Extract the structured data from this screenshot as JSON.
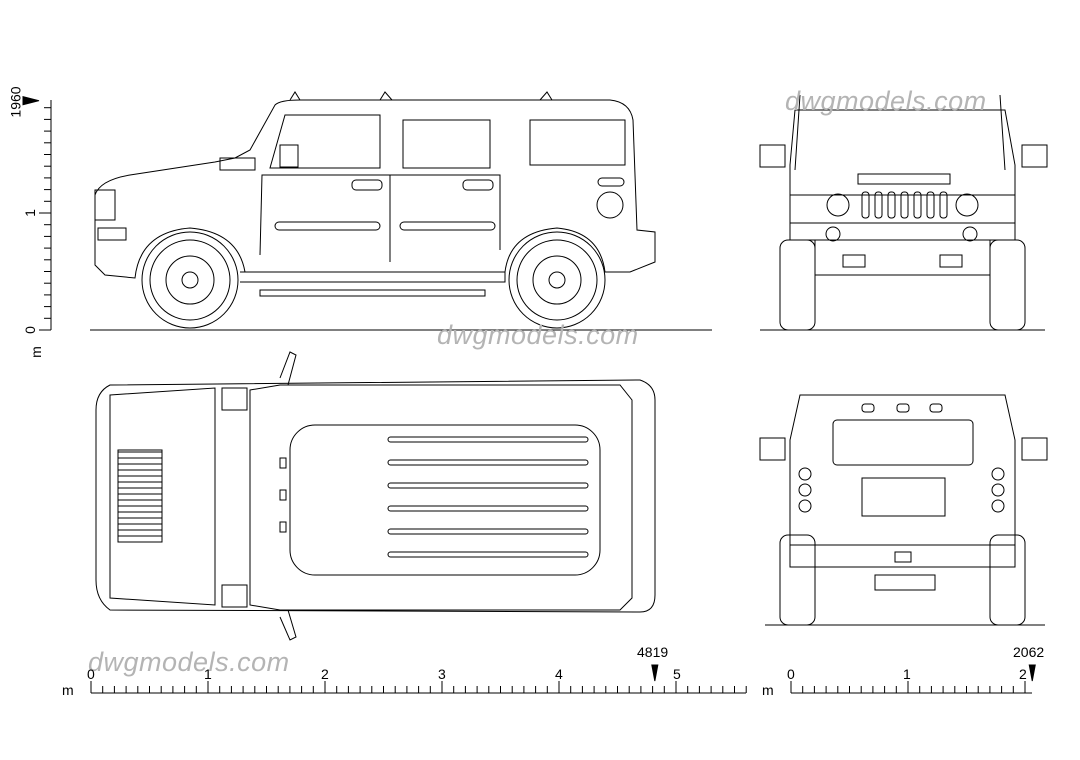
{
  "watermark": "dwgmodels.com",
  "height_scale": {
    "unit": "m",
    "labels": [
      "0",
      "1"
    ],
    "dimension": "1960",
    "dimension_mm": 1960
  },
  "length_scale": {
    "unit": "m",
    "labels": [
      "0",
      "1",
      "2",
      "3",
      "4",
      "5"
    ],
    "dimension": "4819",
    "dimension_mm": 4819
  },
  "width_scale": {
    "unit": "m",
    "labels": [
      "0",
      "1",
      "2"
    ],
    "dimension": "2062",
    "dimension_mm": 2062
  },
  "colors": {
    "line": "#000000",
    "watermark": "#b4b4b4"
  }
}
